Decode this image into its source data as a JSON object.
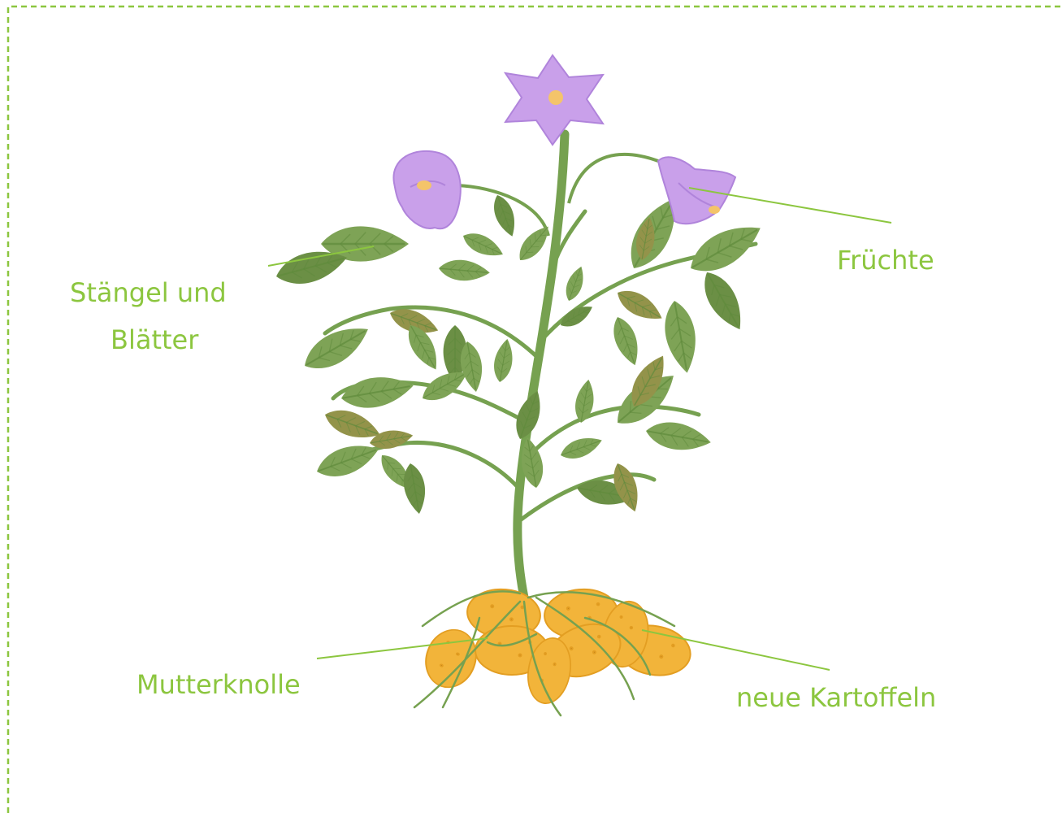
{
  "diagram": {
    "labels": {
      "stem_leaves_line1": "Stängel und",
      "stem_leaves_line2": "Blätter",
      "fruits": "Früchte",
      "mother_tuber": "Mutterknolle",
      "new_potatoes": "neue Kartoffeln"
    },
    "colors": {
      "label": "#8cc63f",
      "border": "#8cc63f",
      "leaf": "#7ea356",
      "leaf_dark": "#6b8f45",
      "leaf_olive": "#93934a",
      "stem": "#76a150",
      "flower": "#c9a0ea",
      "flower_dark": "#b084db",
      "flower_center": "#f4c46a",
      "potato": "#f2b43a",
      "potato_dark": "#e39e22"
    }
  }
}
